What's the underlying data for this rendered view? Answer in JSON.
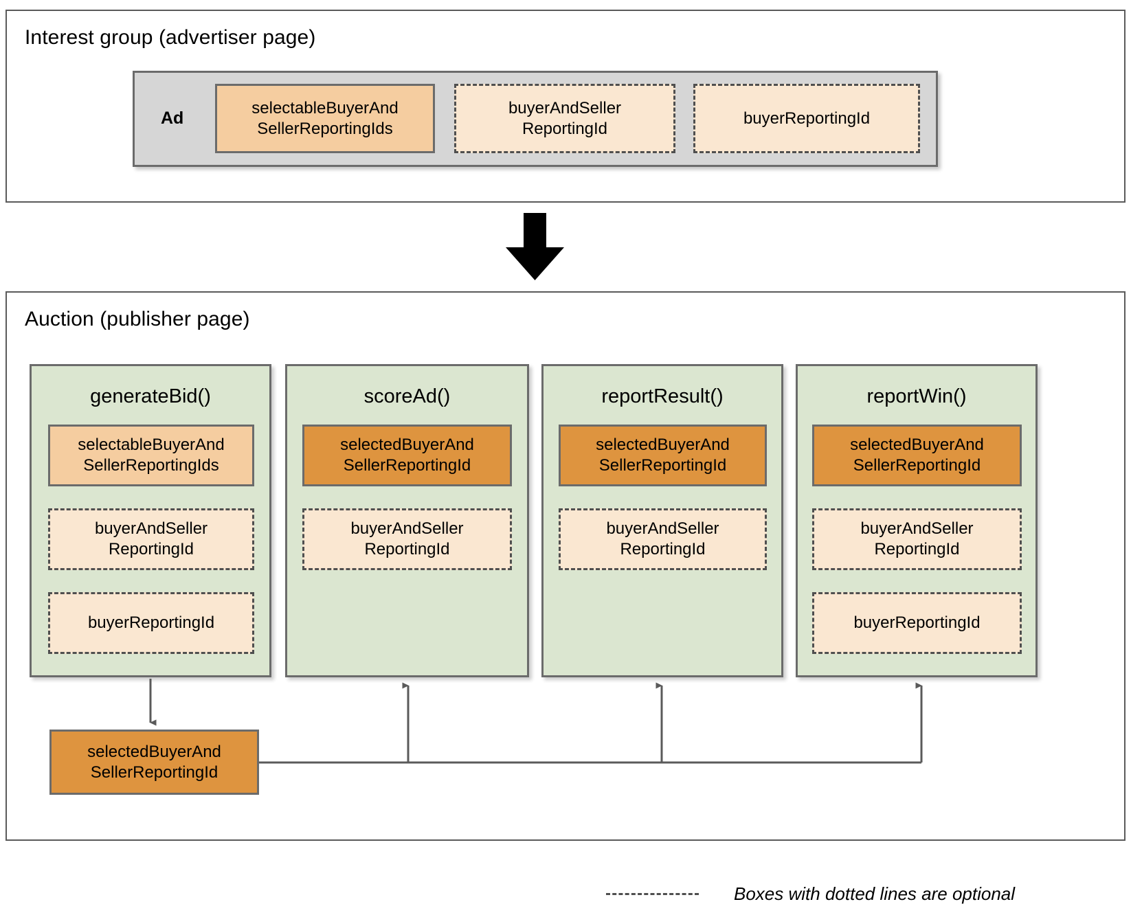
{
  "diagram": {
    "colors": {
      "panel_border": "#5a5a5a",
      "ad_fill": "#d6d6d6",
      "solid_light_fill": "#f5cda0",
      "solid_dark_fill": "#de943f",
      "dashed_pale_fill": "#fae7d1",
      "function_fill": "#dbe6d0",
      "box_border": "#6b6b6b",
      "arrow": "#5a5a5a"
    }
  },
  "interest_group": {
    "title": "Interest group (advertiser page)",
    "ad_label": "Ad",
    "fields": [
      {
        "text": "selectableBuyerAnd\nSellerReportingIds",
        "style": "solid-light"
      },
      {
        "text": "buyerAndSeller\nReportingId",
        "style": "dashed-pale"
      },
      {
        "text": "buyerReportingId",
        "style": "dashed-pale"
      }
    ]
  },
  "auction": {
    "title": "Auction (publisher page)",
    "columns": [
      {
        "name": "generateBid()",
        "fields": [
          {
            "text": "selectableBuyerAnd\nSellerReportingIds",
            "style": "solid-light"
          },
          {
            "text": "buyerAndSeller\nReportingId",
            "style": "dashed-pale"
          },
          {
            "text": "buyerReportingId",
            "style": "dashed-pale"
          }
        ]
      },
      {
        "name": "scoreAd()",
        "fields": [
          {
            "text": "selectedBuyerAnd\nSellerReportingId",
            "style": "solid-dark"
          },
          {
            "text": "buyerAndSeller\nReportingId",
            "style": "dashed-pale"
          }
        ]
      },
      {
        "name": "reportResult()",
        "fields": [
          {
            "text": "selectedBuyerAnd\nSellerReportingId",
            "style": "solid-dark"
          },
          {
            "text": "buyerAndSeller\nReportingId",
            "style": "dashed-pale"
          }
        ]
      },
      {
        "name": "reportWin()",
        "fields": [
          {
            "text": "selectedBuyerAnd\nSellerReportingId",
            "style": "solid-dark"
          },
          {
            "text": "buyerAndSeller\nReportingId",
            "style": "dashed-pale"
          },
          {
            "text": "buyerReportingId",
            "style": "dashed-pale"
          }
        ]
      }
    ],
    "output_box": {
      "text": "selectedBuyerAnd\nSellerReportingId",
      "style": "solid-dark"
    }
  },
  "legend": {
    "text": "Boxes with dotted lines are optional"
  }
}
